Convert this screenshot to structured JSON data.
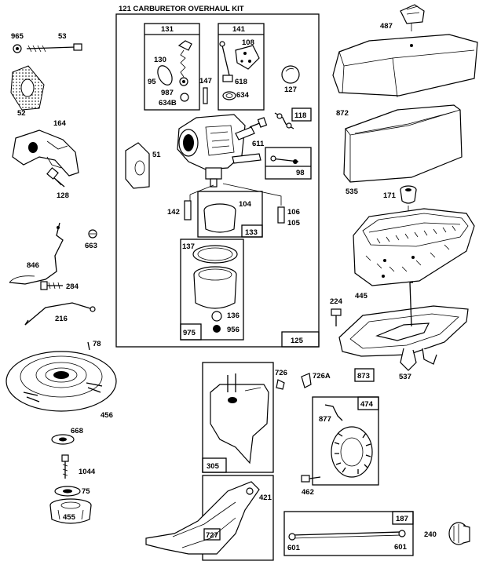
{
  "kit_title": "121 CARBURETOR OVERHAUL KIT",
  "parts": {
    "p965": "965",
    "p53": "53",
    "p52": "52",
    "p164": "164",
    "p128": "128",
    "p846": "846",
    "p663": "663",
    "p284": "284",
    "p216": "216",
    "p78": "78",
    "p456": "456",
    "p668": "668",
    "p1044": "1044",
    "p75": "75",
    "p455": "455",
    "p131": "131",
    "p130": "130",
    "p95": "95",
    "p987": "987",
    "p634B": "634B",
    "p141": "141",
    "p108": "108",
    "p618": "618",
    "p634": "634",
    "p147": "147",
    "p127": "127",
    "p118": "118",
    "p611": "611",
    "p51": "51",
    "p98": "98",
    "p142": "142",
    "p104": "104",
    "p133": "133",
    "p106": "106",
    "p105": "105",
    "p137": "137",
    "p136": "136",
    "p975": "975",
    "p956": "956",
    "p125": "125",
    "p487": "487",
    "p872": "872",
    "p535": "535",
    "p171": "171",
    "p445": "445",
    "p224": "224",
    "p873": "873",
    "p537": "537",
    "p726": "726",
    "p726A": "726A",
    "p305": "305",
    "p474": "474",
    "p877": "877",
    "p462": "462",
    "p421": "421",
    "p727": "727",
    "p187": "187",
    "p601a": "601",
    "p601b": "601",
    "p240": "240"
  },
  "colors": {
    "line": "#000000",
    "background": "#ffffff"
  }
}
